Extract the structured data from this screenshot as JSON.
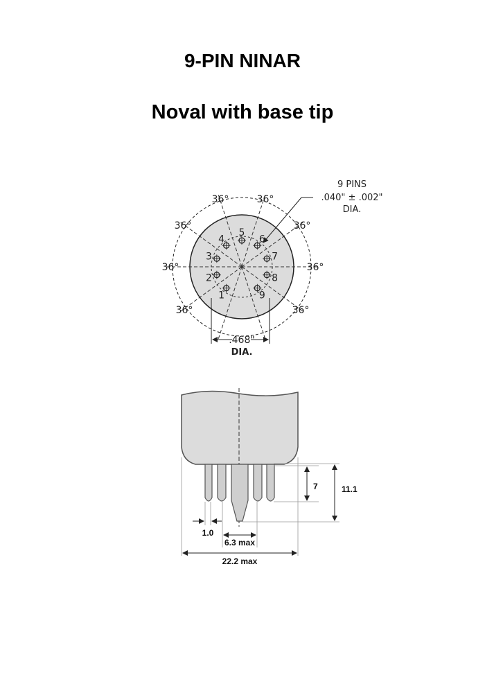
{
  "header": {
    "title": "9-PIN NINAR",
    "subtitle": "Noval with base tip"
  },
  "pin_layout": {
    "angle_label": "36°",
    "pin_numbers": [
      "1",
      "2",
      "3",
      "4",
      "5",
      "6",
      "7",
      "8",
      "9"
    ],
    "pins_note_line1": "9 PINS",
    "pins_note_line2": ".040\" ± .002\"",
    "pins_note_line3": "DIA.",
    "circle_dia_value": ".468\"",
    "circle_dia_label": "DIA."
  },
  "side_view": {
    "pin_length": "7",
    "total_height": "11.1",
    "pin_dia": "1.0",
    "tip_width": "6.3 max",
    "body_width": "22.2 max"
  },
  "colors": {
    "base_fill": "#dcdcdc",
    "line": "#222222"
  }
}
